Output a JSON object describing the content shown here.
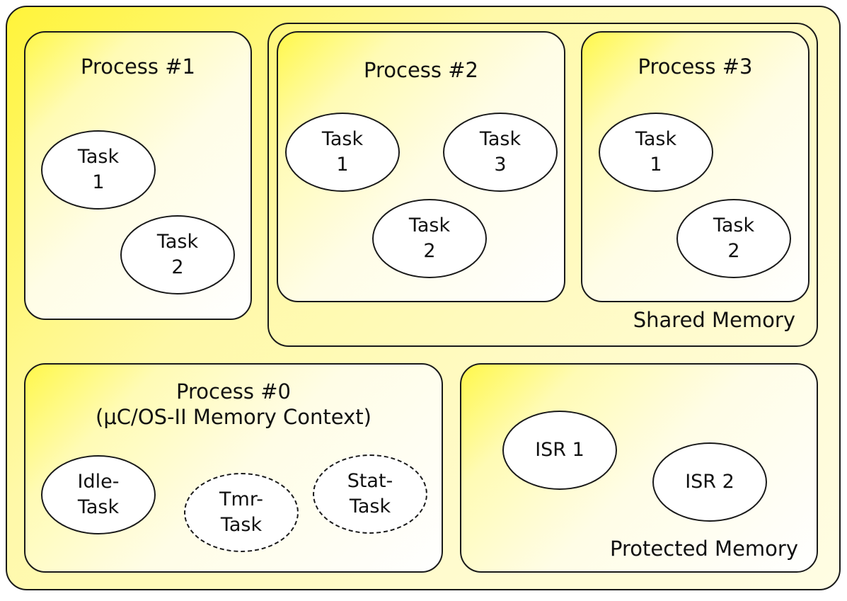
{
  "process1": {
    "title": "Process #1",
    "tasks": [
      {
        "line1": "Task",
        "line2": "1"
      },
      {
        "line1": "Task",
        "line2": "2"
      }
    ]
  },
  "shared_memory": {
    "label": "Shared Memory"
  },
  "process2": {
    "title": "Process #2",
    "tasks": [
      {
        "line1": "Task",
        "line2": "1"
      },
      {
        "line1": "Task",
        "line2": "3"
      },
      {
        "line1": "Task",
        "line2": "2"
      }
    ]
  },
  "process3": {
    "title": "Process #3",
    "tasks": [
      {
        "line1": "Task",
        "line2": "1"
      },
      {
        "line1": "Task",
        "line2": "2"
      }
    ]
  },
  "process0": {
    "title": "Process #0",
    "subtitle": "(μC/OS-II Memory Context)",
    "tasks": [
      {
        "line1": "Idle-",
        "line2": "Task",
        "style": "solid"
      },
      {
        "line1": "Tmr-",
        "line2": "Task",
        "style": "dashed"
      },
      {
        "line1": "Stat-",
        "line2": "Task",
        "style": "dashed"
      }
    ]
  },
  "protected_memory": {
    "label": "Protected Memory",
    "isrs": [
      {
        "label": "ISR 1"
      },
      {
        "label": "ISR 2"
      }
    ]
  }
}
